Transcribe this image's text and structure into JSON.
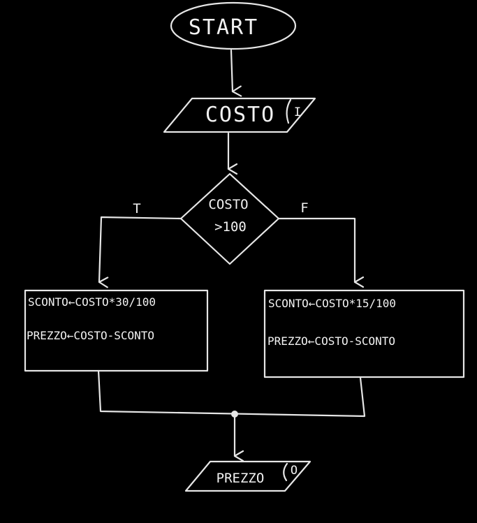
{
  "nodes": {
    "start": {
      "text": "START"
    },
    "input": {
      "text": "COSTO",
      "tag": "I"
    },
    "decision": {
      "line1": "COSTO",
      "line2": ">100"
    },
    "branch_true": {
      "label": "T"
    },
    "branch_false": {
      "label": "F"
    },
    "box_true": {
      "line1": "SCONTO←COSTO*30/100",
      "line2": "PREZZO←COSTO-SCONTO"
    },
    "box_false": {
      "line1": "SCONTO←COSTO*15/100",
      "line2": "PREZZO←COSTO-SCONTO"
    },
    "output": {
      "text": "PREZZO",
      "tag": "O"
    }
  },
  "colors": {
    "background": "#000000",
    "stroke": "#e6e6e6",
    "text": "#f2f2f2"
  }
}
